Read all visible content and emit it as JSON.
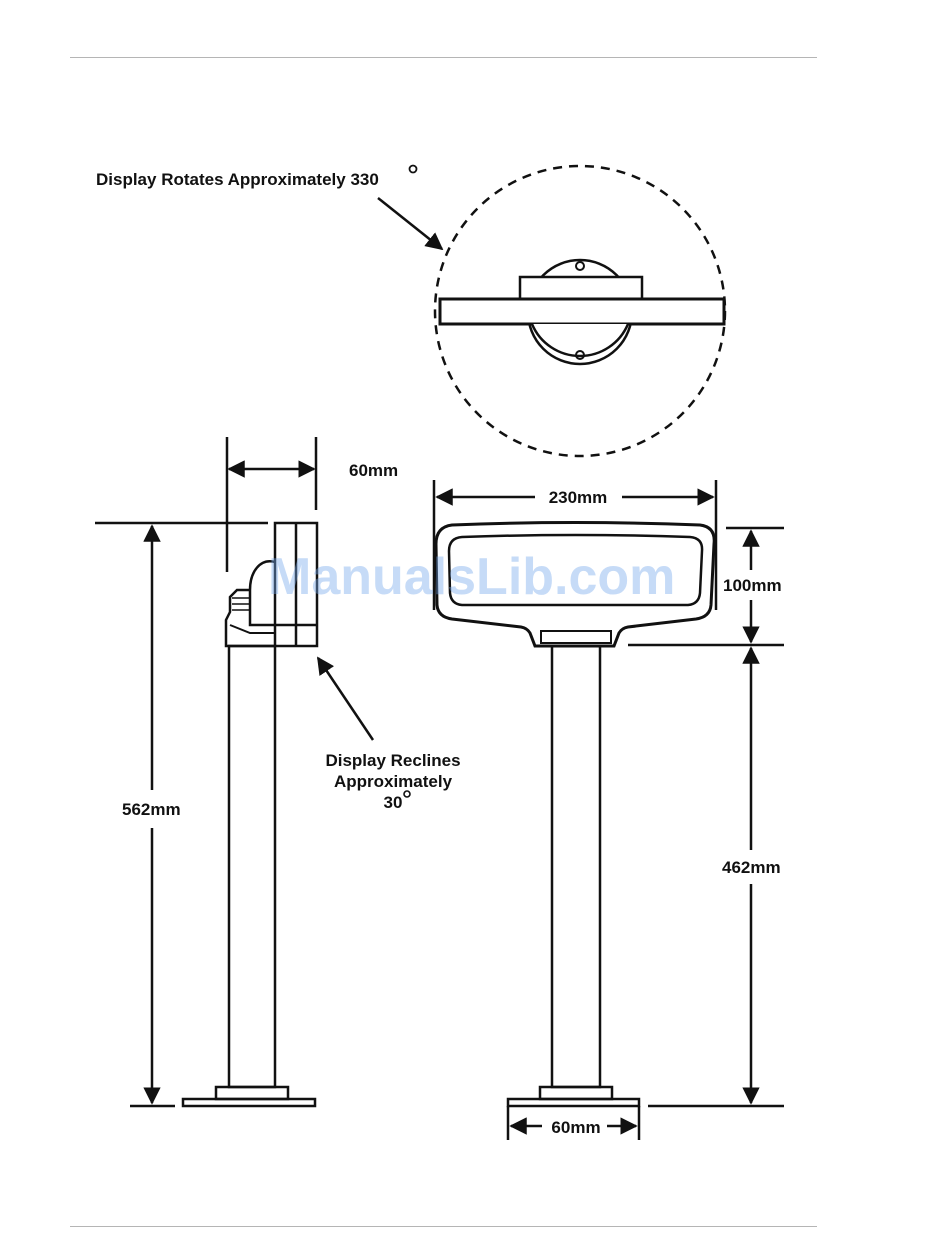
{
  "labels": {
    "rotate": "Display Rotates Approximately 330",
    "recline_line1": "Display Reclines",
    "recline_line2": "Approximately",
    "recline_line3": "30",
    "side_depth": "60mm",
    "total_height": "562mm",
    "display_width": "230mm",
    "display_height": "100mm",
    "pole_height": "462mm",
    "base_width": "60mm"
  },
  "watermark": "ManualsLib.com",
  "colors": {
    "ink": "#111111",
    "rule": "#b5b5b5",
    "watermark": "#78aaeb"
  }
}
